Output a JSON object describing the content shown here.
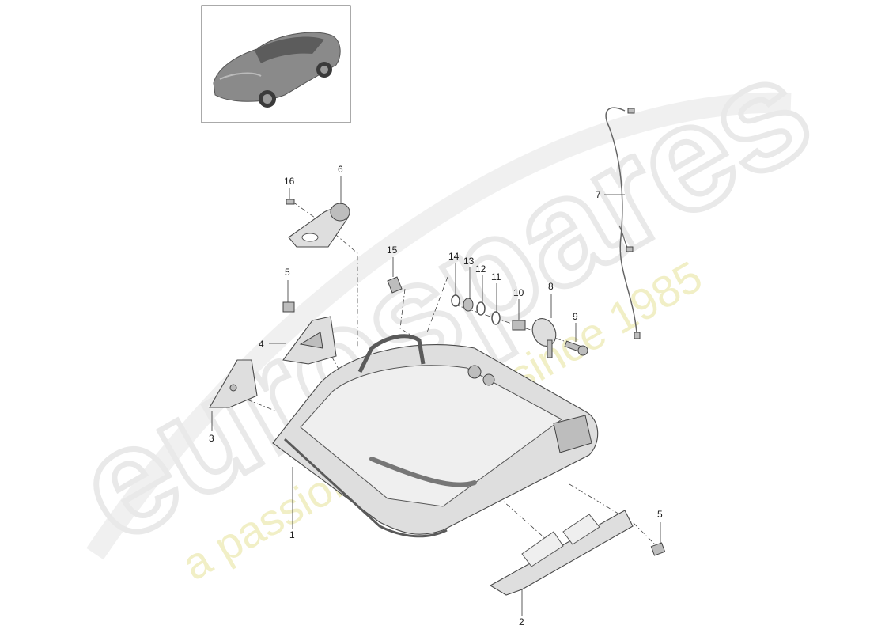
{
  "watermark": {
    "brand": "eurospares",
    "tagline": "a passion for parts since 1985"
  },
  "vehicle_thumbnail": {
    "icon": "car-thumbnail-icon"
  },
  "callouts": [
    {
      "id": "1",
      "label": "1"
    },
    {
      "id": "2",
      "label": "2"
    },
    {
      "id": "3",
      "label": "3"
    },
    {
      "id": "4",
      "label": "4"
    },
    {
      "id": "5a",
      "label": "5"
    },
    {
      "id": "5b",
      "label": "5"
    },
    {
      "id": "6",
      "label": "6"
    },
    {
      "id": "7",
      "label": "7"
    },
    {
      "id": "8",
      "label": "8"
    },
    {
      "id": "9",
      "label": "9"
    },
    {
      "id": "10",
      "label": "10"
    },
    {
      "id": "11",
      "label": "11"
    },
    {
      "id": "12",
      "label": "12"
    },
    {
      "id": "13",
      "label": "13"
    },
    {
      "id": "14",
      "label": "14"
    },
    {
      "id": "15",
      "label": "15"
    },
    {
      "id": "16",
      "label": "16"
    }
  ]
}
